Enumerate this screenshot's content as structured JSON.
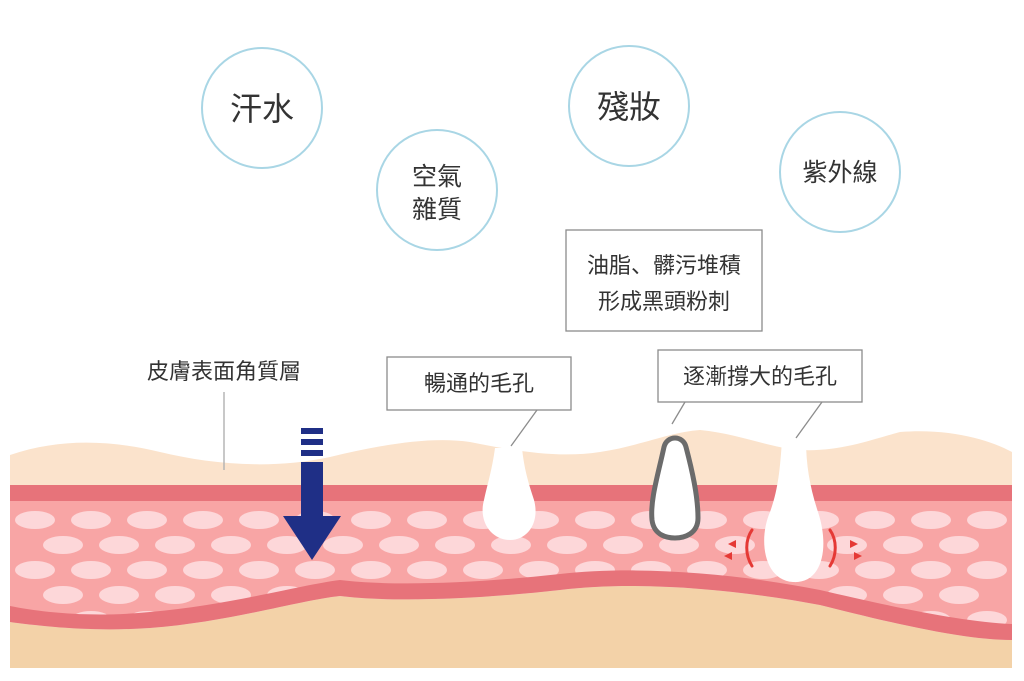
{
  "bubbles": [
    {
      "lines": [
        "汗水"
      ]
    },
    {
      "lines": [
        "空氣",
        "雜質"
      ]
    },
    {
      "lines": [
        "殘妝"
      ]
    },
    {
      "lines": [
        "紫外線"
      ]
    }
  ],
  "labels": {
    "stratum_corneum": "皮膚表面角質層",
    "clear_pore": "暢通的毛孔",
    "blackhead_line1": "油脂、髒污堆積",
    "blackhead_line2": "形成黑頭粉刺",
    "enlarged_pore": "逐漸撐大的毛孔"
  },
  "colors": {
    "bubble_border": "#a9d6e5",
    "surface_layer": "#fbe3cc",
    "dermis": "#f8a5a5",
    "dermis_band": "#e7737a",
    "cells": "#fdd7d9",
    "base_layer": "#f3d2a8",
    "arrow": "#1f2f86",
    "blackhead_outline": "#6b6b6b",
    "pressure_marks": "#e53935"
  }
}
